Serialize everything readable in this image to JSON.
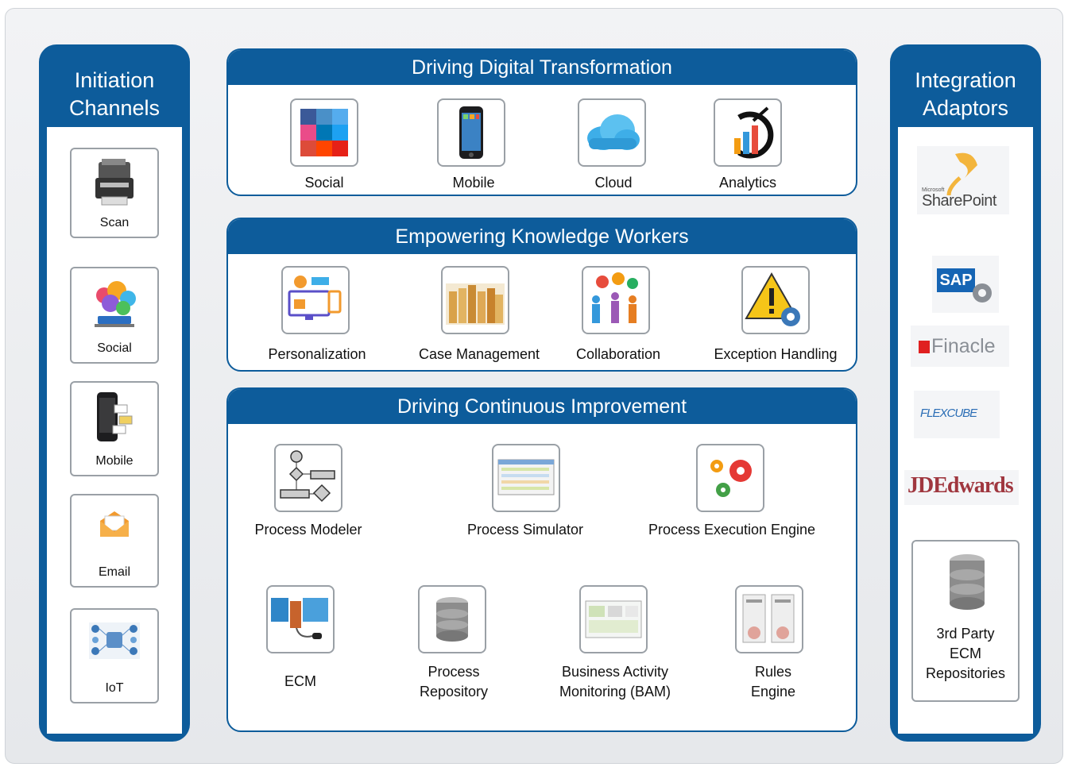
{
  "left_panel": {
    "title_line1": "Initiation",
    "title_line2": "Channels",
    "items": [
      {
        "label": "Scan",
        "icon": "scanner-icon"
      },
      {
        "label": "Social",
        "icon": "social-cloud-icon"
      },
      {
        "label": "Mobile",
        "icon": "mobile-phone-icon"
      },
      {
        "label": "Email",
        "icon": "email-icon"
      },
      {
        "label": "IoT",
        "icon": "iot-network-icon"
      }
    ]
  },
  "sections": [
    {
      "title": "Driving Digital Transformation",
      "items": [
        {
          "label": "Social",
          "icon": "social-media-grid-icon"
        },
        {
          "label": "Mobile",
          "icon": "smartphone-icon"
        },
        {
          "label": "Cloud",
          "icon": "cloud-icon"
        },
        {
          "label": "Analytics",
          "icon": "analytics-chart-icon"
        }
      ]
    },
    {
      "title": "Empowering Knowledge Workers",
      "items": [
        {
          "label": "Personalization",
          "icon": "devices-icon"
        },
        {
          "label": "Case Management",
          "icon": "folders-icon"
        },
        {
          "label": "Collaboration",
          "icon": "people-gears-icon"
        },
        {
          "label": "Exception Handling",
          "icon": "warning-gear-icon"
        }
      ]
    },
    {
      "title": "Driving Continuous Improvement",
      "items": [
        {
          "label": "Process Modeler",
          "icon": "flowchart-icon"
        },
        {
          "label": "Process Simulator",
          "icon": "simulator-screen-icon"
        },
        {
          "label": "Process Execution Engine",
          "icon": "gears-icon"
        },
        {
          "label": "ECM",
          "icon": "ecm-blocks-icon"
        },
        {
          "label_line1": "Process",
          "label_line2": "Repository",
          "icon": "database-icon"
        },
        {
          "label_line1": "Business Activity",
          "label_line2": "Monitoring (BAM)",
          "icon": "dashboard-icon"
        },
        {
          "label_line1": "Rules",
          "label_line2": "Engine",
          "icon": "rules-documents-icon"
        }
      ]
    }
  ],
  "right_panel": {
    "title_line1": "Integration",
    "title_line2": "Adaptors",
    "logos": [
      {
        "text": "SharePoint",
        "small_text": "Microsoft",
        "icon": "sharepoint-logo"
      },
      {
        "text": "SAP",
        "icon": "sap-logo"
      },
      {
        "text": "Finacle",
        "icon": "finacle-logo"
      },
      {
        "text": "FLEXCUBE",
        "icon": "flexcube-logo"
      },
      {
        "text": "JDEdwards",
        "icon": "jdedwards-logo"
      }
    ],
    "repository": {
      "line1": "3rd Party",
      "line2": "ECM",
      "line3": "Repositories",
      "icon": "database-icon"
    }
  },
  "colors": {
    "brand_blue": "#0d5c9b",
    "tile_border": "#9aa0a6",
    "background": "#eceef0"
  }
}
